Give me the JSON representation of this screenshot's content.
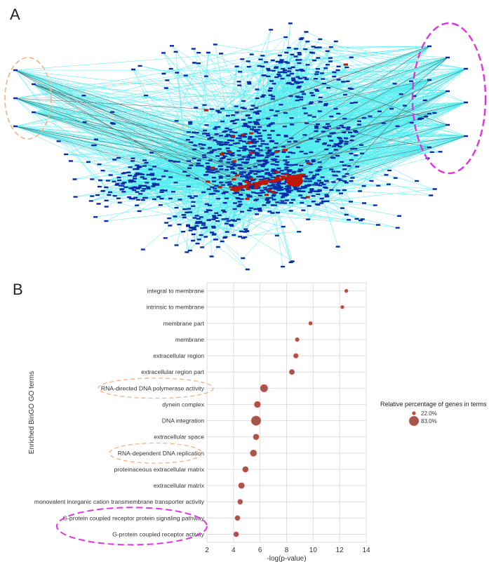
{
  "panels": {
    "a": "A",
    "b": "B"
  },
  "network": {
    "node_color": "#0a2aa8",
    "highlight_color": "#c01808",
    "edge_color": "#33e8ec",
    "dark_edge_color": "#555555",
    "left_oval_color": "#f4b183",
    "right_oval_color": "#e033e0"
  },
  "chart_data": {
    "type": "scatter",
    "xlabel": "-log(p-value)",
    "ylabel": "Enriched BinGO GO terms",
    "xlim": [
      2,
      14
    ],
    "xticks": [
      "2",
      "4",
      "6",
      "8",
      "10",
      "12",
      "14"
    ],
    "grid": true,
    "marker_color": "#a0574e",
    "marker_edge": "#d94c42",
    "terms": [
      "integral to membrane",
      "intrinsic to membrane",
      "membrane part",
      "membrane",
      "extracellular region",
      "extracellular region part",
      "RNA-directed DNA polymerase activity",
      "dynein complex",
      "DNA integration",
      "extracellular space",
      "RNA-dependent DNA replication",
      "proteinaceous extracellular matrix",
      "extracellular matrix",
      "monovalent inorganic cation transmembrane transporter activity",
      "G-protein coupled receptor protein signaling pathway",
      "G-protein coupled receptor activity"
    ],
    "x": [
      12.5,
      12.2,
      9.8,
      8.8,
      8.7,
      8.4,
      6.3,
      5.8,
      5.7,
      5.7,
      5.5,
      4.9,
      4.6,
      4.5,
      4.3,
      4.2
    ],
    "relative_pct": [
      22,
      22,
      24,
      27,
      35,
      40,
      62,
      50,
      83,
      45,
      52,
      45,
      47,
      38,
      38,
      38
    ],
    "legend": {
      "title": "Relative percentage of genes in terms",
      "items": [
        "22.0%",
        "83.0%"
      ],
      "placement": "right"
    },
    "highlighted_terms": {
      "orange": [
        "RNA-directed DNA polymerase activity",
        "RNA-dependent DNA replication"
      ],
      "magenta": [
        "G-protein coupled receptor protein signaling pathway",
        "G-protein coupled receptor activity"
      ]
    }
  }
}
